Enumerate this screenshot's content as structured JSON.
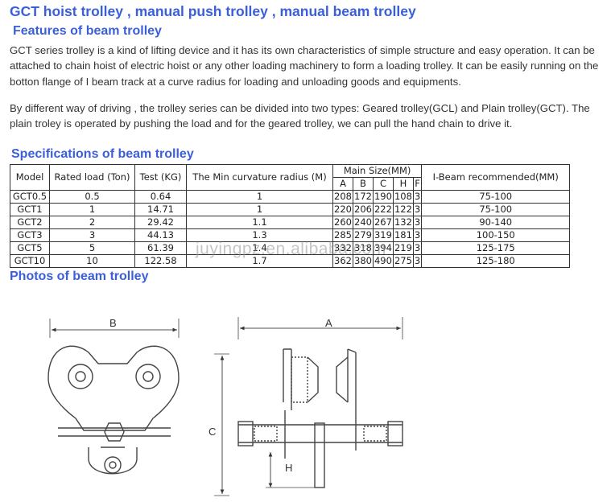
{
  "title": "GCT hoist trolley , manual push trolley , manual beam trolley",
  "features_heading": "Features of beam trolley",
  "paragraph1": "GCT series trolley is a kind of lifting device and it has its own characteristics of simple structure and easy operation. It can be attached to chain hoist of electric hoist or any other loading machinery to form a loading trolley. It can be easily running on the botton flange of I beam track at a curve radius for loading and unloading goods and equipments.",
  "paragraph2": "By different way of driving , the trolley series can be divided into two types: Geared trolley(GCL) and Plain trolley(GCT). The plain troley is operated by pushing the load and for the geared trolley, we can pull the hand chain to drive it.",
  "specs_heading": "Specifications of beam trolley",
  "photos_heading": "Photos of beam trolley",
  "table": {
    "headers": {
      "model": "Model",
      "load": "Rated load (Ton)",
      "test": "Test (KG)",
      "radius": "The Min curvature radius (M)",
      "main_size": "Main Size(MM)",
      "ibeam": "I-Beam recommended(MM)",
      "sub": [
        "A",
        "B",
        "C",
        "H",
        "F"
      ]
    },
    "rows": [
      {
        "model": "GCT0.5",
        "load": "0.5",
        "test": "0.64",
        "radius": "1",
        "a": "208",
        "b": "172",
        "c": "190",
        "h": "108",
        "f": "3",
        "ibeam": "75-100"
      },
      {
        "model": "GCT1",
        "load": "1",
        "test": "14.71",
        "radius": "1",
        "a": "220",
        "b": "206",
        "c": "222",
        "h": "122",
        "f": "3",
        "ibeam": "75-100"
      },
      {
        "model": "GCT2",
        "load": "2",
        "test": "29.42",
        "radius": "1.1",
        "a": "260",
        "b": "240",
        "c": "267",
        "h": "132",
        "f": "3",
        "ibeam": "90-140"
      },
      {
        "model": "GCT3",
        "load": "3",
        "test": "44.13",
        "radius": "1.3",
        "a": "285",
        "b": "279",
        "c": "319",
        "h": "181",
        "f": "3",
        "ibeam": "100-150"
      },
      {
        "model": "GCT5",
        "load": "5",
        "test": "61.39",
        "radius": "1.4",
        "a": "332",
        "b": "318",
        "c": "394",
        "h": "219",
        "f": "3",
        "ibeam": "125-175"
      },
      {
        "model": "GCT10",
        "load": "10",
        "test": "122.58",
        "radius": "1.7",
        "a": "362",
        "b": "380",
        "c": "490",
        "h": "275",
        "f": "3",
        "ibeam": "125-180"
      }
    ]
  },
  "watermark": "juyingpz.en.alibaba.com",
  "drawing_labels": {
    "b": "B",
    "a": "A",
    "c": "C",
    "h": "H"
  }
}
